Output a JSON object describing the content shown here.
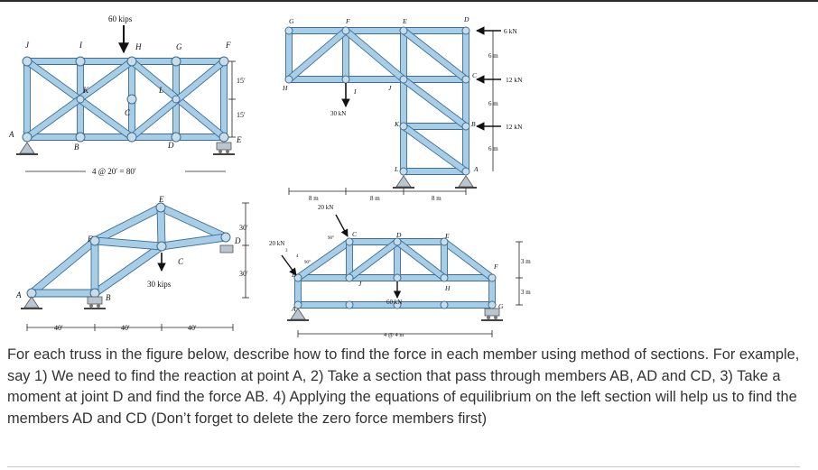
{
  "figure": {
    "truss_a": {
      "load": "60 kips",
      "joints": [
        "J",
        "I",
        "H",
        "G",
        "F",
        "K",
        "L",
        "C",
        "A",
        "B",
        "D",
        "E"
      ],
      "dim_15a": "15′",
      "dim_15b": "15′",
      "span": "4 @ 20′ = 80′"
    },
    "truss_b": {
      "joints": [
        "G",
        "F",
        "E",
        "D",
        "C",
        "B",
        "A",
        "H",
        "I",
        "J",
        "K",
        "L"
      ],
      "load_6": "6 kN",
      "load_12a": "12 kN",
      "load_12b": "12 kN",
      "load_30": "30 kN",
      "dim_6a": "6 m",
      "dim_6b": "6 m",
      "dim_6c": "6 m",
      "dim_8a": "8 m",
      "dim_8b": "8 m",
      "dim_8c": "8 m"
    },
    "truss_c": {
      "joints": [
        "E",
        "F",
        "C",
        "D",
        "A",
        "B"
      ],
      "load": "30 kips",
      "dim_30a": "30′",
      "dim_30b": "30′",
      "dim_40a": "40′",
      "dim_40b": "40′",
      "dim_40c": "40′"
    },
    "truss_d": {
      "joints": [
        "C",
        "D",
        "E",
        "B",
        "F",
        "A",
        "J",
        "H",
        "G"
      ],
      "load_20top": "20 kN",
      "load_20left": "20 kN",
      "load_60": "60 kN",
      "angle_90": "90°",
      "slope": "3",
      "slope_run": "4",
      "dim_3a": "3 m",
      "dim_3b": "3 m",
      "span": "4 @ 4 m"
    }
  },
  "question": "For each truss in the figure below, describe how to find the force in each member using method of sections. For example, say 1) We need to find the reaction at point A, 2) Take a section that pass through members AB, AD and CD, 3) Take a moment at joint D and find the force AB. 4) Applying the equations of equilibrium on the left section will help us to find the members AD and CD (Don’t forget to delete the zero force members first)",
  "colors": {
    "member_fill": "#a8cde6",
    "member_stroke": "#3d6f93",
    "text": "#333333"
  }
}
